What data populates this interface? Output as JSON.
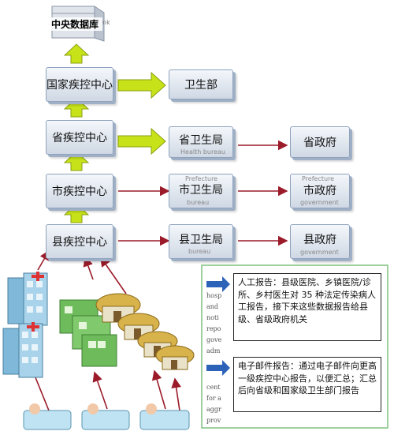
{
  "central_db": "中央数据库",
  "levels": [
    {
      "name": "国家疾控中心",
      "health": "卫生部",
      "health_sub": "",
      "gov": "",
      "gov_sub": ""
    },
    {
      "name": "省疾控中心",
      "health": "省卫生局",
      "health_sub": "Health bureau",
      "gov": "省政府",
      "gov_sub": ""
    },
    {
      "name": "市疾控中心",
      "health": "市卫生局",
      "health_sub": "bureau",
      "gov": "市政府",
      "gov_sub": "government"
    },
    {
      "name": "县疾控中心",
      "health": "县卫生局",
      "health_sub": "bureau",
      "gov": "县政府",
      "gov_sub": "government"
    }
  ],
  "city_health_top": "Prefecture",
  "city_gov_top": "Prefecture",
  "db_mark": "nk",
  "manual_report": "人工报告：县级医院、乡镇医院/诊所、乡村医生对 35 种法定传染病人工报告，接下来这些数据报告给县级、省级政府机关",
  "email_report": "电子邮件报告：通过电子邮件向更高一级疾控中心报告，以便汇总；汇总后向省级和国家级卫生部门报告",
  "bg_text_a": [
    "hosp",
    "and",
    "noti",
    "repo",
    "gove",
    "adm"
  ],
  "bg_text_b": [
    "cent",
    "for a",
    "aggr",
    "prov"
  ],
  "colors": {
    "green_arrow": "#c8e21a",
    "red_arrow": "#9b1b2a",
    "box_border": "#8fa3bd",
    "panel_border": "#7fc27f"
  }
}
